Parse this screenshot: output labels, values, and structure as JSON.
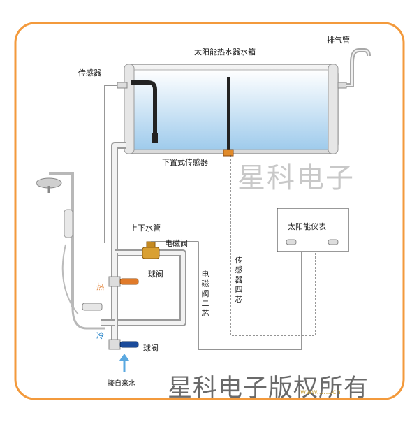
{
  "labels": {
    "tank": "太阳能热水器水箱",
    "exhaust": "排气管",
    "sensor": "传感器",
    "bottom_sensor": "下置式传感器",
    "pipe": "上下水管",
    "solenoid": "电磁阀",
    "ball_valve_hot": "球阀",
    "ball_valve_cold": "球阀",
    "hot": "热",
    "cold": "冷",
    "inlet": "接自来水",
    "controller": "太阳能仪表",
    "wire_solenoid": "电磁阀二芯",
    "wire_sensor": "传感器四芯"
  },
  "watermark": {
    "brand": "星科电子",
    "copyright": "星科电子版权所有",
    "site": "www.......cn"
  },
  "colors": {
    "frame": "#f39a3c",
    "water": "#bcdcf2",
    "pipe": "#e8e8e8",
    "valve": "#e07a2a"
  }
}
